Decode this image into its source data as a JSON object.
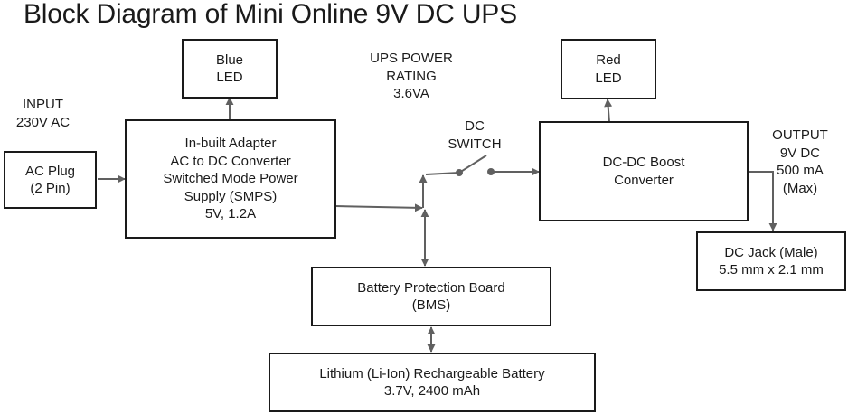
{
  "title": "Block Diagram of Mini Online 9V DC UPS",
  "colors": {
    "stroke": "#1a1a1a",
    "wire": "#606060",
    "background": "#ffffff"
  },
  "labels": {
    "input": [
      "INPUT",
      "230V AC"
    ],
    "ups_rating": [
      "UPS POWER",
      "RATING",
      "3.6VA"
    ],
    "dc_switch": [
      "DC",
      "SWITCH"
    ],
    "output": [
      "OUTPUT",
      "9V DC",
      "500 mA",
      "(Max)"
    ]
  },
  "blocks": {
    "ac_plug": [
      "AC Plug",
      "(2 Pin)"
    ],
    "blue_led": [
      "Blue",
      "LED"
    ],
    "smps": [
      "In-built Adapter",
      "AC to DC Converter",
      "Switched Mode Power",
      "Supply (SMPS)",
      "5V, 1.2A"
    ],
    "red_led": [
      "Red",
      "LED"
    ],
    "boost": [
      "DC-DC Boost",
      "Converter"
    ],
    "dc_jack": [
      "DC Jack (Male)",
      "5.5 mm x 2.1 mm"
    ],
    "bms": [
      "Battery Protection Board",
      "(BMS)"
    ],
    "battery": [
      "Lithium (Li-Ion) Rechargeable Battery",
      "3.7V, 2400 mAh"
    ]
  },
  "connections": [
    {
      "from": "ac_plug",
      "to": "smps",
      "type": "arrow"
    },
    {
      "from": "smps",
      "to": "blue_led",
      "type": "arrow"
    },
    {
      "from": "smps",
      "to": "junction",
      "type": "arrow"
    },
    {
      "from": "junction",
      "to": "dc_switch",
      "type": "arrow"
    },
    {
      "from": "junction",
      "to": "bms",
      "type": "bidirectional"
    },
    {
      "from": "dc_switch",
      "to": "boost",
      "type": "arrow"
    },
    {
      "from": "boost",
      "to": "red_led",
      "type": "arrow"
    },
    {
      "from": "boost",
      "to": "dc_jack",
      "type": "arrow"
    },
    {
      "from": "bms",
      "to": "battery",
      "type": "bidirectional"
    }
  ]
}
